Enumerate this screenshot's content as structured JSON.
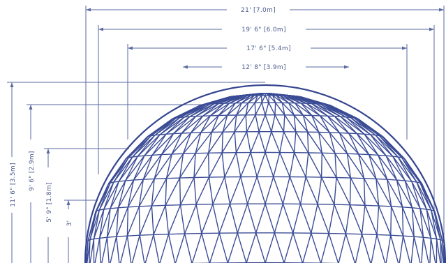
{
  "drawing": {
    "line_color": "#3b4c96",
    "dimension_color": "#5a6aa0",
    "background": "#ffffff"
  },
  "dimensions": {
    "horizontal": [
      {
        "label": "21' [7.0m]"
      },
      {
        "label": "19' 6\" [6.0m]"
      },
      {
        "label": "17' 6\" [5.4m]"
      },
      {
        "label": "12' 8\" [3.9m]"
      }
    ],
    "vertical": [
      {
        "label": "11' 6\" [3.5m]"
      },
      {
        "label": "9' 6\" [2.9m]"
      },
      {
        "label": "5' 9\" [1.8m]"
      },
      {
        "label": "3'"
      }
    ]
  }
}
